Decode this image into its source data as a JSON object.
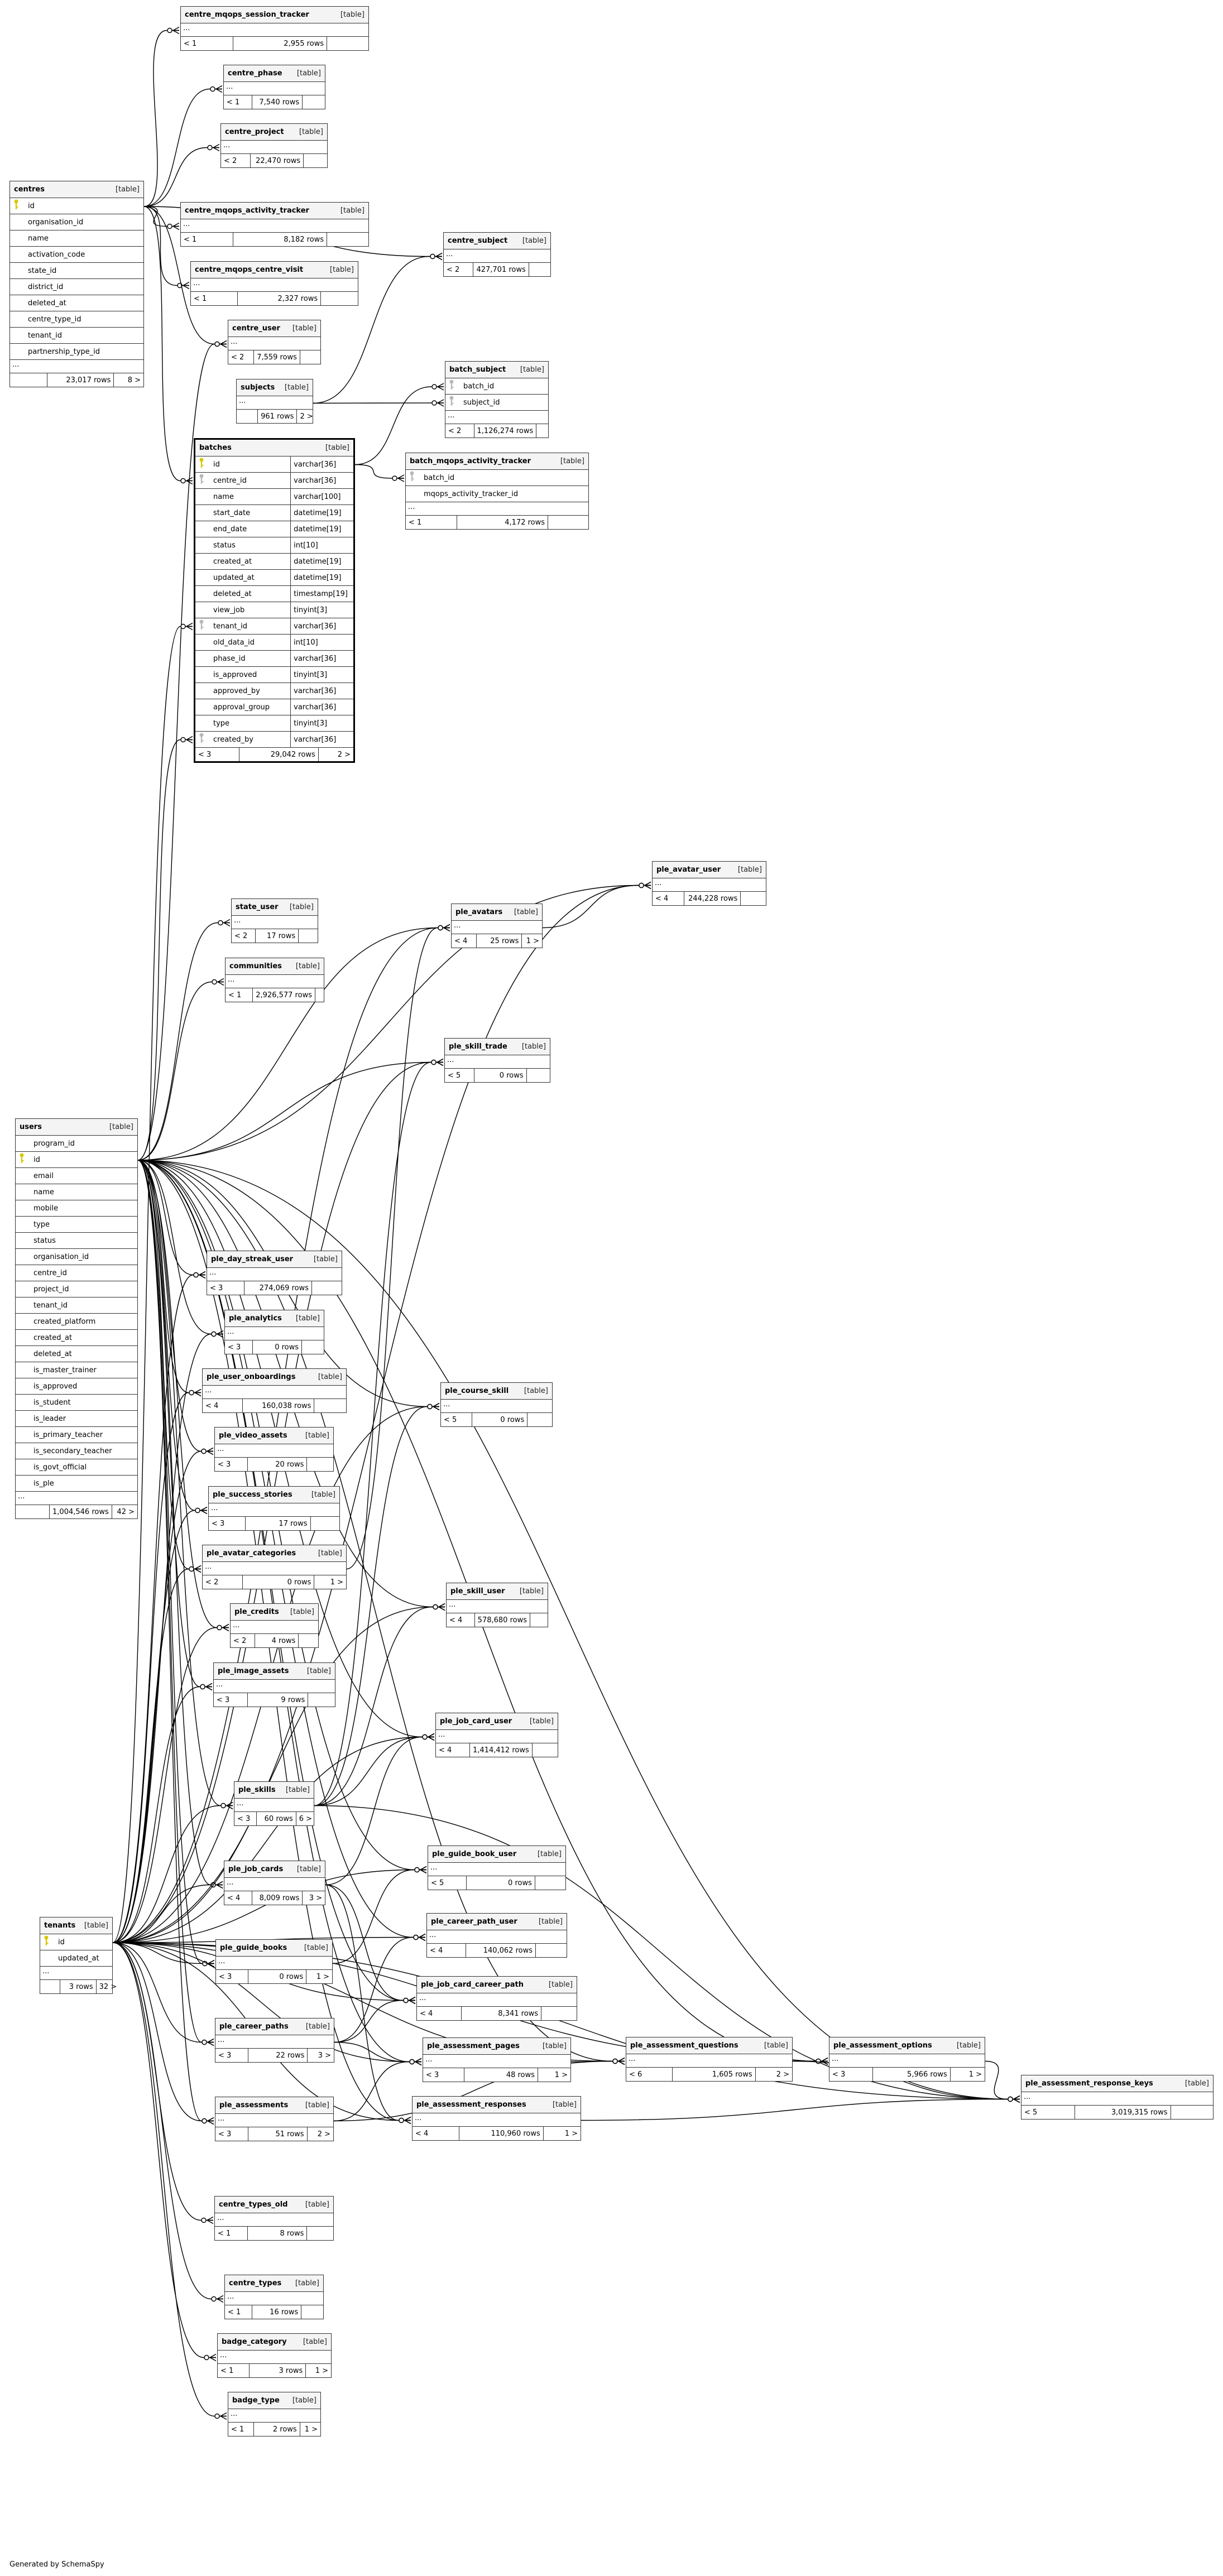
{
  "labels": {
    "table_tag": "[table]",
    "ellipsis": "...",
    "generated_by": "Generated by SchemaSpy"
  },
  "colors": {
    "primary_key": "#d8c800",
    "foreign_key": "#b8b8b8",
    "line": "#000000",
    "header_bg": "#f4f4f4"
  },
  "tables": [
    {
      "name": "centre_mqops_session_tracker",
      "footer": [
        "< 1",
        "2,955 rows",
        ""
      ]
    },
    {
      "name": "centre_phase",
      "footer": [
        "< 1",
        "7,540 rows",
        ""
      ]
    },
    {
      "name": "centre_project",
      "footer": [
        "< 2",
        "22,470 rows",
        ""
      ]
    },
    {
      "name": "centres",
      "columns": [
        {
          "name": "id",
          "key": "pk"
        },
        {
          "name": "organisation_id"
        },
        {
          "name": "name"
        },
        {
          "name": "activation_code"
        },
        {
          "name": "state_id"
        },
        {
          "name": "district_id"
        },
        {
          "name": "deleted_at"
        },
        {
          "name": "centre_type_id"
        },
        {
          "name": "tenant_id"
        },
        {
          "name": "partnership_type_id"
        }
      ],
      "footer": [
        "",
        "23,017 rows",
        "8 >"
      ]
    },
    {
      "name": "centre_mqops_activity_tracker",
      "footer": [
        "< 1",
        "8,182 rows",
        ""
      ]
    },
    {
      "name": "centre_mqops_centre_visit",
      "footer": [
        "< 1",
        "2,327 rows",
        ""
      ]
    },
    {
      "name": "centre_user",
      "footer": [
        "< 2",
        "7,559 rows",
        ""
      ]
    },
    {
      "name": "centre_subject",
      "footer": [
        "< 2",
        "427,701 rows",
        ""
      ]
    },
    {
      "name": "subjects",
      "footer": [
        "",
        "961 rows",
        "2 >"
      ]
    },
    {
      "name": "batch_subject",
      "columns": [
        {
          "name": "batch_id",
          "key": "fk"
        },
        {
          "name": "subject_id",
          "key": "fk"
        }
      ],
      "footer": [
        "< 2",
        "1,126,274 rows",
        ""
      ]
    },
    {
      "name": "batches",
      "focus": true,
      "no_ellipsis": true,
      "columns": [
        {
          "name": "id",
          "key": "pk",
          "type": "varchar[36]"
        },
        {
          "name": "centre_id",
          "key": "fk",
          "type": "varchar[36]"
        },
        {
          "name": "name",
          "type": "varchar[100]"
        },
        {
          "name": "start_date",
          "type": "datetime[19]"
        },
        {
          "name": "end_date",
          "type": "datetime[19]"
        },
        {
          "name": "status",
          "type": "int[10]"
        },
        {
          "name": "created_at",
          "type": "datetime[19]"
        },
        {
          "name": "updated_at",
          "type": "datetime[19]"
        },
        {
          "name": "deleted_at",
          "type": "timestamp[19]"
        },
        {
          "name": "view_job",
          "type": "tinyint[3]"
        },
        {
          "name": "tenant_id",
          "key": "fk",
          "type": "varchar[36]"
        },
        {
          "name": "old_data_id",
          "type": "int[10]"
        },
        {
          "name": "phase_id",
          "type": "varchar[36]"
        },
        {
          "name": "is_approved",
          "type": "tinyint[3]"
        },
        {
          "name": "approved_by",
          "type": "varchar[36]"
        },
        {
          "name": "approval_group",
          "type": "varchar[36]"
        },
        {
          "name": "type",
          "type": "tinyint[3]"
        },
        {
          "name": "created_by",
          "key": "fk",
          "type": "varchar[36]"
        }
      ],
      "footer": [
        "< 3",
        "29,042 rows",
        "2 >"
      ]
    },
    {
      "name": "batch_mqops_activity_tracker",
      "columns": [
        {
          "name": "batch_id",
          "key": "fk"
        },
        {
          "name": "mqops_activity_tracker_id"
        }
      ],
      "footer": [
        "< 1",
        "4,172 rows",
        ""
      ]
    },
    {
      "name": "ple_avatar_user",
      "footer": [
        "< 4",
        "244,228 rows",
        ""
      ]
    },
    {
      "name": "state_user",
      "footer": [
        "< 2",
        "17 rows",
        ""
      ]
    },
    {
      "name": "ple_avatars",
      "footer": [
        "< 4",
        "25 rows",
        "1 >"
      ]
    },
    {
      "name": "communities",
      "footer": [
        "< 1",
        "2,926,577 rows",
        ""
      ]
    },
    {
      "name": "ple_skill_trade",
      "footer": [
        "< 5",
        "0 rows",
        ""
      ]
    },
    {
      "name": "users",
      "columns": [
        {
          "name": "program_id"
        },
        {
          "name": "id",
          "key": "pk"
        },
        {
          "name": "email"
        },
        {
          "name": "name"
        },
        {
          "name": "mobile"
        },
        {
          "name": "type"
        },
        {
          "name": "status"
        },
        {
          "name": "organisation_id"
        },
        {
          "name": "centre_id"
        },
        {
          "name": "project_id"
        },
        {
          "name": "tenant_id"
        },
        {
          "name": "created_platform"
        },
        {
          "name": "created_at"
        },
        {
          "name": "deleted_at"
        },
        {
          "name": "is_master_trainer"
        },
        {
          "name": "is_approved"
        },
        {
          "name": "is_student"
        },
        {
          "name": "is_leader"
        },
        {
          "name": "is_primary_teacher"
        },
        {
          "name": "is_secondary_teacher"
        },
        {
          "name": "is_govt_official"
        },
        {
          "name": "is_ple"
        }
      ],
      "footer": [
        "",
        "1,004,546 rows",
        "42 >"
      ]
    },
    {
      "name": "ple_day_streak_user",
      "footer": [
        "< 3",
        "274,069 rows",
        ""
      ]
    },
    {
      "name": "ple_analytics",
      "footer": [
        "< 3",
        "0 rows",
        ""
      ]
    },
    {
      "name": "ple_user_onboardings",
      "footer": [
        "< 4",
        "160,038 rows",
        ""
      ]
    },
    {
      "name": "ple_course_skill",
      "footer": [
        "< 5",
        "0 rows",
        ""
      ]
    },
    {
      "name": "ple_video_assets",
      "footer": [
        "< 3",
        "20 rows",
        ""
      ]
    },
    {
      "name": "ple_success_stories",
      "footer": [
        "< 3",
        "17 rows",
        ""
      ]
    },
    {
      "name": "ple_avatar_categories",
      "footer": [
        "< 2",
        "0 rows",
        "1 >"
      ]
    },
    {
      "name": "ple_skill_user",
      "footer": [
        "< 4",
        "578,680 rows",
        ""
      ]
    },
    {
      "name": "ple_credits",
      "footer": [
        "< 2",
        "4 rows",
        ""
      ]
    },
    {
      "name": "ple_image_assets",
      "footer": [
        "< 3",
        "9 rows",
        ""
      ]
    },
    {
      "name": "ple_job_card_user",
      "footer": [
        "< 4",
        "1,414,412 rows",
        ""
      ]
    },
    {
      "name": "ple_skills",
      "footer": [
        "< 3",
        "60 rows",
        "6 >"
      ]
    },
    {
      "name": "ple_guide_book_user",
      "footer": [
        "< 5",
        "0 rows",
        ""
      ]
    },
    {
      "name": "ple_job_cards",
      "footer": [
        "< 4",
        "8,009 rows",
        "3 >"
      ]
    },
    {
      "name": "ple_career_path_user",
      "footer": [
        "< 4",
        "140,062 rows",
        ""
      ]
    },
    {
      "name": "tenants",
      "columns": [
        {
          "name": "id",
          "key": "pk"
        },
        {
          "name": "updated_at"
        }
      ],
      "footer": [
        "",
        "3 rows",
        "32 >"
      ]
    },
    {
      "name": "ple_guide_books",
      "footer": [
        "< 3",
        "0 rows",
        "1 >"
      ]
    },
    {
      "name": "ple_job_card_career_path",
      "footer": [
        "< 4",
        "8,341 rows",
        ""
      ]
    },
    {
      "name": "ple_career_paths",
      "footer": [
        "< 3",
        "22 rows",
        "3 >"
      ]
    },
    {
      "name": "ple_assessment_pages",
      "footer": [
        "< 3",
        "48 rows",
        "1 >"
      ]
    },
    {
      "name": "ple_assessment_questions",
      "footer": [
        "< 6",
        "1,605 rows",
        "2 >"
      ]
    },
    {
      "name": "ple_assessment_options",
      "footer": [
        "< 3",
        "5,966 rows",
        "1 >"
      ]
    },
    {
      "name": "ple_assessment_response_keys",
      "footer": [
        "< 5",
        "3,019,315 rows",
        ""
      ]
    },
    {
      "name": "ple_assessments",
      "footer": [
        "< 3",
        "51 rows",
        "2 >"
      ]
    },
    {
      "name": "ple_assessment_responses",
      "footer": [
        "< 4",
        "110,960 rows",
        "1 >"
      ]
    },
    {
      "name": "centre_types_old",
      "footer": [
        "< 1",
        "8 rows",
        ""
      ]
    },
    {
      "name": "centre_types",
      "footer": [
        "< 1",
        "16 rows",
        ""
      ]
    },
    {
      "name": "badge_category",
      "footer": [
        "< 1",
        "3 rows",
        "1 >"
      ]
    },
    {
      "name": "badge_type",
      "footer": [
        "< 1",
        "2 rows",
        "1 >"
      ]
    }
  ]
}
